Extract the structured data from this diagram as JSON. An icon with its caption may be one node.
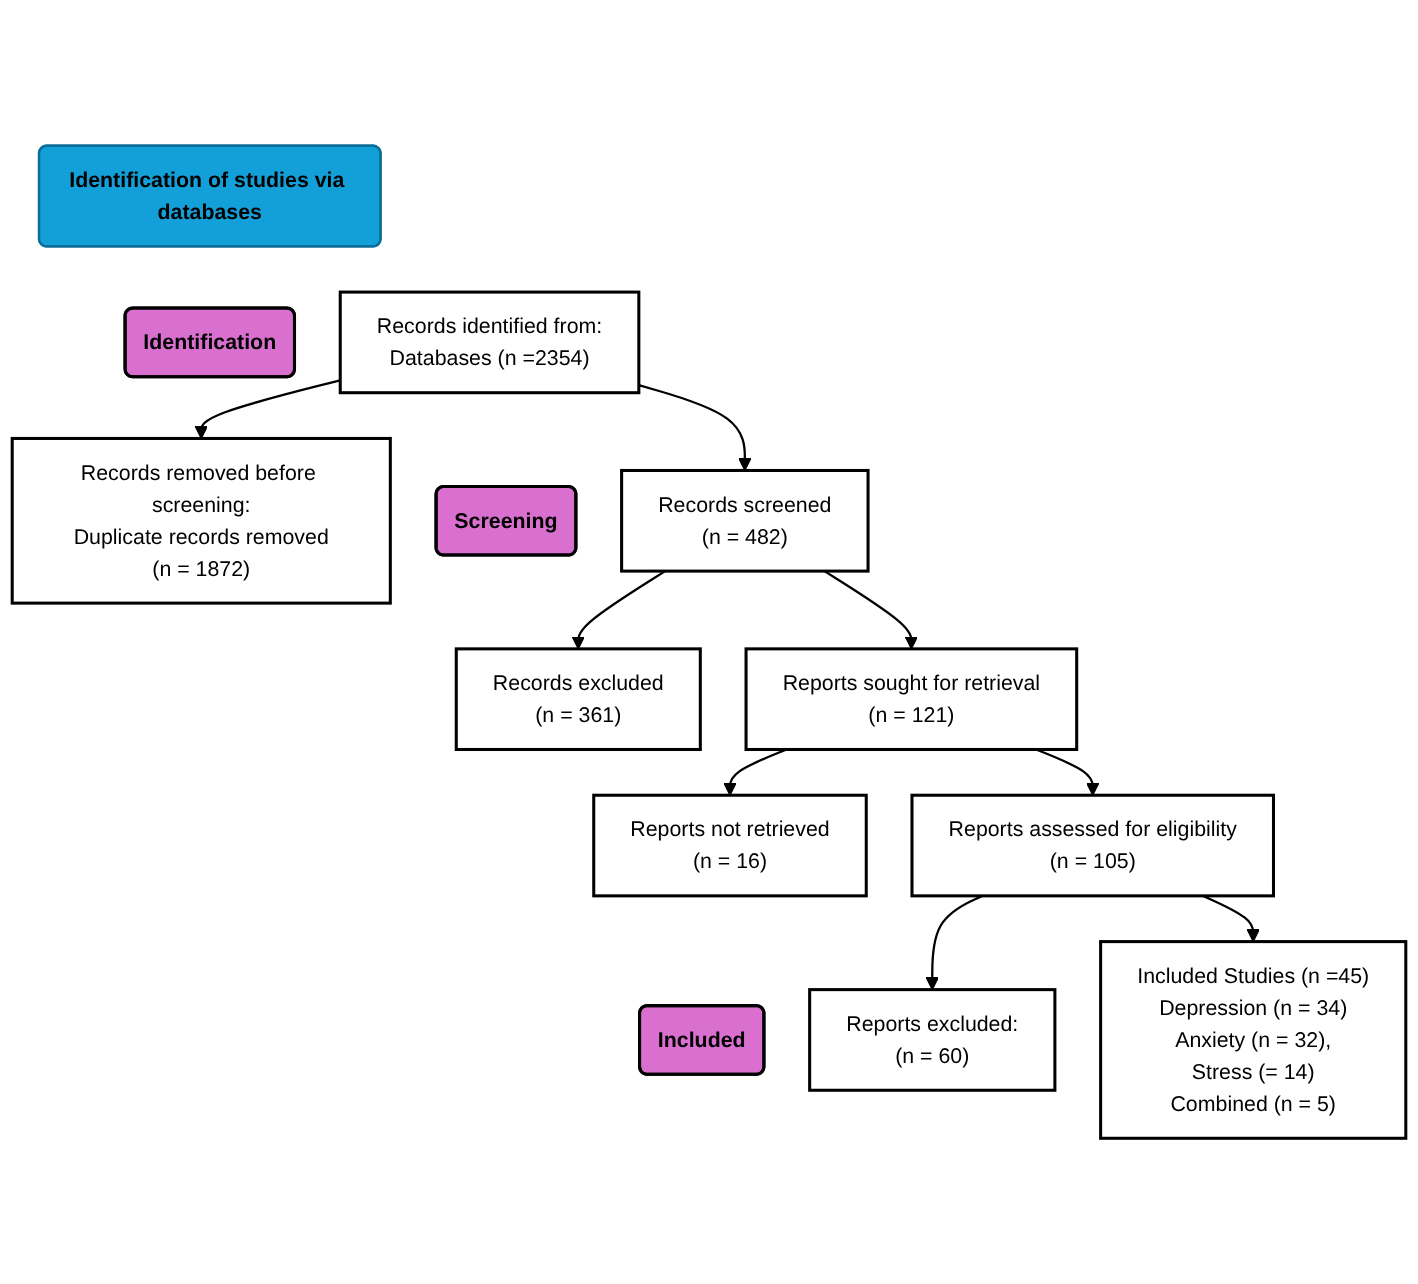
{
  "diagram": {
    "nodes": [
      {
        "text": [
          "Identification of studies via databases"
        ]
      },
      {
        "text": [
          "Identification"
        ]
      },
      {
        "text": [
          "Records identified from:",
          "Databases (n =2354)"
        ]
      },
      {
        "text": [
          "Records removed before screening:",
          "Duplicate records removed",
          "(n = 1872)"
        ]
      },
      {
        "text": [
          "Screening"
        ]
      },
      {
        "text": [
          "Records screened",
          "(n = 482)"
        ]
      },
      {
        "text": [
          "Records excluded",
          "(n = 361)"
        ]
      },
      {
        "text": [
          "Reports sought for retrieval",
          "(n = 121)"
        ]
      },
      {
        "text": [
          "Reports not retrieved",
          "(n = 16)"
        ]
      },
      {
        "text": [
          "Reports assessed for eligibility",
          "(n = 105)"
        ]
      },
      {
        "text": [
          "Reports excluded:",
          "(n = 60)"
        ]
      },
      {
        "text": [
          "Included"
        ]
      },
      {
        "text": [
          "Included Studies (n =45)",
          "Depression (n = 34)",
          "Anxiety (n = 32),",
          "Stress (= 14)",
          "Combined (n = 5)"
        ]
      }
    ],
    "edges": [
      {
        "from": 2,
        "to": 3,
        "arrow": "to"
      },
      {
        "from": 2,
        "to": 5,
        "arrow": "to"
      },
      {
        "from": 5,
        "to": 6,
        "arrow": "to"
      },
      {
        "from": 5,
        "to": 7,
        "arrow": "to"
      },
      {
        "from": 7,
        "to": 8,
        "arrow": "to"
      },
      {
        "from": 7,
        "to": 9,
        "arrow": "to"
      },
      {
        "from": 9,
        "to": 10,
        "arrow": "to"
      },
      {
        "from": 9,
        "to": 12,
        "arrow": "to"
      }
    ]
  }
}
